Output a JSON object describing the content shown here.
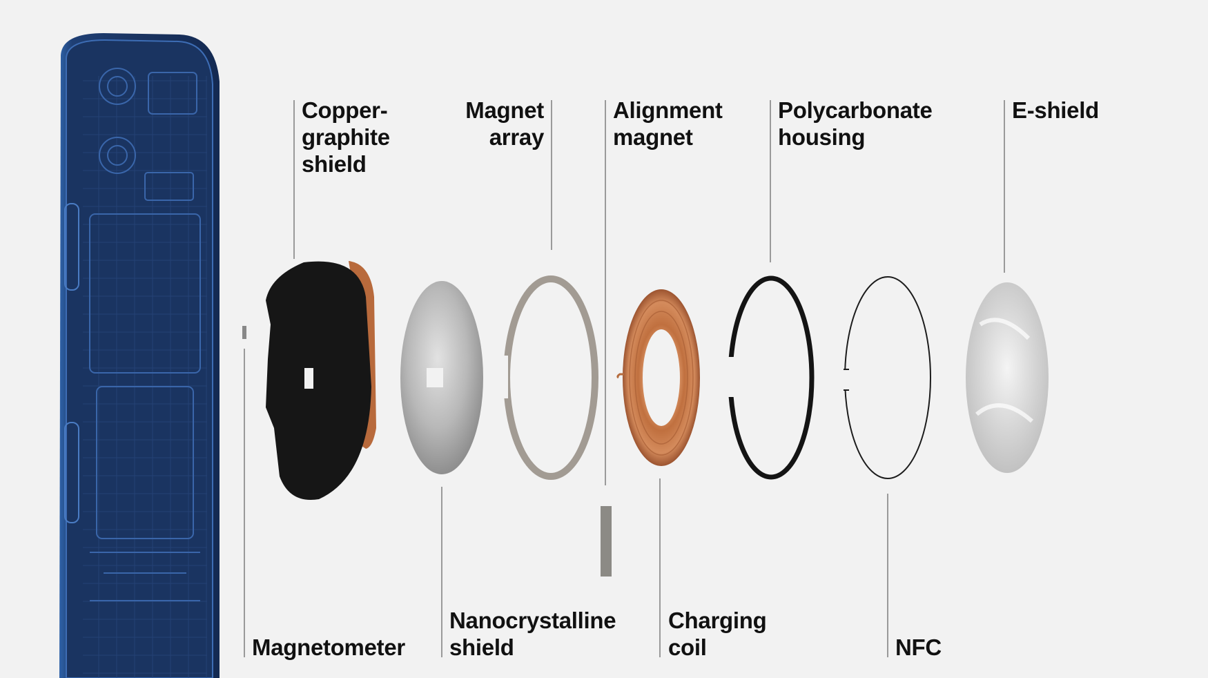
{
  "diagram": {
    "labels": {
      "copper_graphite_shield": [
        "Copper-",
        "graphite",
        "shield"
      ],
      "magnet_array": [
        "Magnet",
        "array"
      ],
      "alignment_magnet": [
        "Alignment",
        "magnet"
      ],
      "polycarbonate_housing": [
        "Polycarbonate",
        "housing"
      ],
      "e_shield": [
        "E-shield"
      ],
      "magnetometer": [
        "Magnetometer"
      ],
      "nanocrystalline_shield": [
        "Nanocrystalline",
        "shield"
      ],
      "charging_coil": [
        "Charging",
        "coil"
      ],
      "nfc": [
        "NFC"
      ]
    },
    "colors": {
      "background": "#f2f2f2",
      "phone_blue": "#1b3563",
      "phone_frame": "#2b5aa0",
      "copper": "#c77a4b",
      "leader_line": "#9a9a9a",
      "text": "#111111"
    }
  }
}
